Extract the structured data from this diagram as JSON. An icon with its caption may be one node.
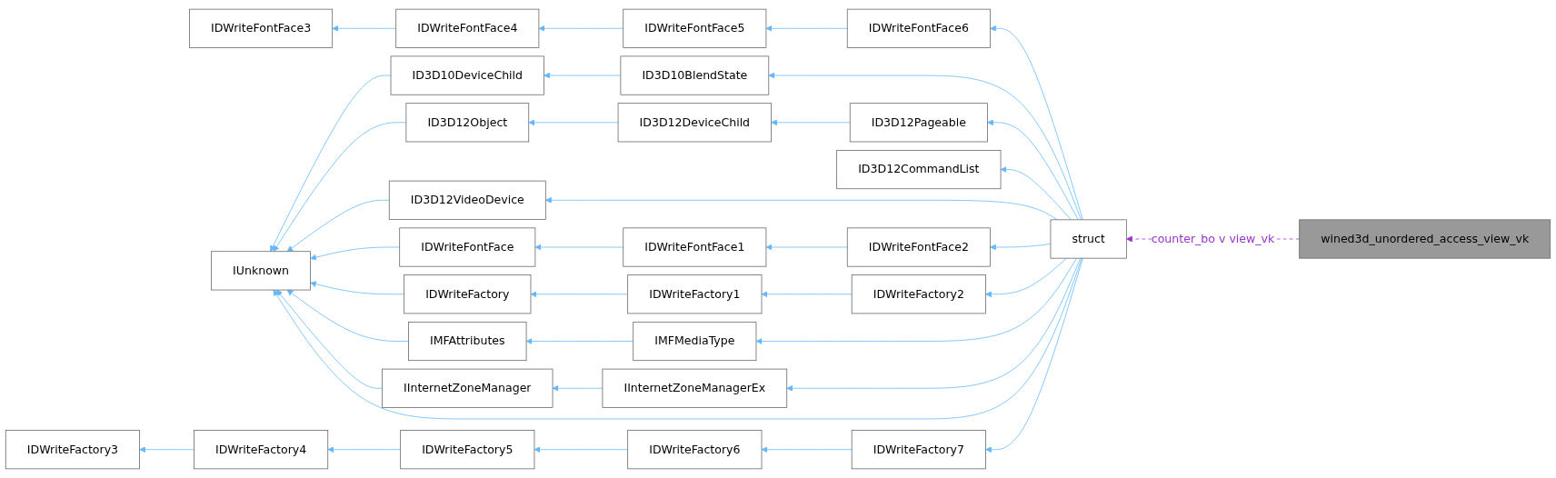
{
  "diagram": {
    "nodes": [
      {
        "text": [
          "IDWriteFactory3"
        ]
      },
      {
        "text": [
          "IDWriteFontFace3"
        ]
      },
      {
        "text": [
          "IUnknown"
        ]
      },
      {
        "text": [
          "IDWriteFactory4"
        ]
      },
      {
        "text": [
          "IDWriteFontFace4"
        ]
      },
      {
        "text": [
          "ID3D10DeviceChild"
        ]
      },
      {
        "text": [
          "ID3D12Object"
        ]
      },
      {
        "text": [
          "ID3D12VideoDevice"
        ]
      },
      {
        "text": [
          "IDWriteFontFace"
        ]
      },
      {
        "text": [
          "IDWriteFactory"
        ]
      },
      {
        "text": [
          "IMFAttributes"
        ]
      },
      {
        "text": [
          "IInternetZoneManager"
        ]
      },
      {
        "text": [
          "IDWriteFactory5"
        ]
      },
      {
        "text": [
          "ID3D10BlendState"
        ]
      },
      {
        "text": [
          "ID3D12DeviceChild"
        ]
      },
      {
        "text": [
          "IDWriteFontFace1"
        ]
      },
      {
        "text": [
          "IDWriteFactory1"
        ]
      },
      {
        "text": [
          "IMFMediaType"
        ]
      },
      {
        "text": [
          "IInternetZoneManagerEx"
        ]
      },
      {
        "text": [
          "IDWriteFontFace5"
        ]
      },
      {
        "text": [
          "IDWriteFactory6"
        ]
      },
      {
        "text": [
          "ID3D12Pageable"
        ]
      },
      {
        "text": [
          "IDWriteFontFace2"
        ]
      },
      {
        "text": [
          "IDWriteFactory2"
        ]
      },
      {
        "text": [
          "ID3D12CommandList"
        ]
      },
      {
        "text": [
          "IDWriteFontFace6"
        ]
      },
      {
        "text": [
          "IDWriteFactory7"
        ]
      },
      {
        "text": [
          "struct"
        ]
      },
      {
        "text": [
          "wined3d_unordered_access_view_vk"
        ]
      }
    ],
    "edges": [
      {
        "from": 5,
        "to": 2,
        "arrow": "to"
      },
      {
        "from": 6,
        "to": 2,
        "arrow": "to"
      },
      {
        "from": 7,
        "to": 2,
        "arrow": "to"
      },
      {
        "from": 8,
        "to": 2,
        "arrow": "to"
      },
      {
        "from": 9,
        "to": 2,
        "arrow": "to"
      },
      {
        "from": 10,
        "to": 2,
        "arrow": "to"
      },
      {
        "from": 11,
        "to": 2,
        "arrow": "to"
      },
      {
        "from": 3,
        "to": 0,
        "arrow": "to"
      },
      {
        "from": 4,
        "to": 1,
        "arrow": "to"
      },
      {
        "from": 12,
        "to": 3,
        "arrow": "to"
      },
      {
        "from": 13,
        "to": 5,
        "arrow": "to"
      },
      {
        "from": 14,
        "to": 6,
        "arrow": "to"
      },
      {
        "from": 15,
        "to": 8,
        "arrow": "to"
      },
      {
        "from": 16,
        "to": 9,
        "arrow": "to"
      },
      {
        "from": 17,
        "to": 10,
        "arrow": "to"
      },
      {
        "from": 18,
        "to": 11,
        "arrow": "to"
      },
      {
        "from": 19,
        "to": 4,
        "arrow": "to"
      },
      {
        "from": 20,
        "to": 12,
        "arrow": "to"
      },
      {
        "from": 21,
        "to": 14,
        "arrow": "to"
      },
      {
        "from": 22,
        "to": 15,
        "arrow": "to"
      },
      {
        "from": 23,
        "to": 16,
        "arrow": "to"
      },
      {
        "from": 25,
        "to": 19,
        "arrow": "to"
      },
      {
        "from": 26,
        "to": 20,
        "arrow": "to"
      },
      {
        "from": 27,
        "to": 2,
        "arrow": "to"
      },
      {
        "from": 27,
        "to": 13,
        "arrow": "to"
      },
      {
        "from": 27,
        "to": 21,
        "arrow": "to"
      },
      {
        "from": 27,
        "to": 7,
        "arrow": "to"
      },
      {
        "from": 27,
        "to": 22,
        "arrow": "to"
      },
      {
        "from": 27,
        "to": 23,
        "arrow": "to"
      },
      {
        "from": 27,
        "to": 17,
        "arrow": "to"
      },
      {
        "from": 27,
        "to": 18,
        "arrow": "to"
      },
      {
        "from": 27,
        "to": 24,
        "arrow": "to"
      },
      {
        "from": 27,
        "to": 25,
        "arrow": "to"
      },
      {
        "from": 27,
        "to": 26,
        "arrow": "to"
      },
      {
        "from": 28,
        "to": 27,
        "arrow": "to",
        "label": "counter_bo v view_vk",
        "style": "dashed",
        "color": "#9a32cd"
      }
    ]
  }
}
